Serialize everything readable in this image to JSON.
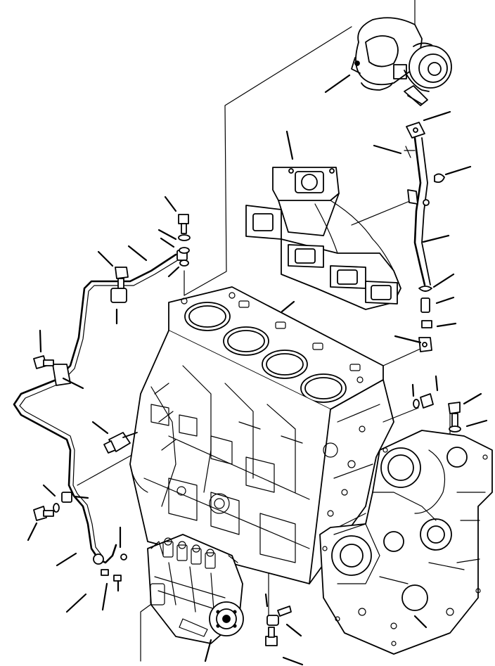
{
  "diagram": {
    "kind": "exploded-parts-view",
    "line_color": "#000000",
    "background": "#ffffff",
    "parts": [
      {
        "name": "turbocharger",
        "icon": "turbocharger-icon"
      },
      {
        "name": "turbo-oil-pipe",
        "icon": "pipe-icon"
      },
      {
        "name": "exhaust-manifold",
        "icon": "manifold-icon"
      },
      {
        "name": "cylinder-block",
        "icon": "engine-block-icon"
      },
      {
        "name": "oil-pressure-pipe",
        "icon": "pipe-icon"
      },
      {
        "name": "oil-pressure-switch",
        "icon": "sensor-icon"
      },
      {
        "name": "fuel-injection-pump",
        "icon": "pump-icon"
      },
      {
        "name": "gear-case",
        "icon": "gear-case-icon"
      }
    ],
    "leader_count": 38
  }
}
